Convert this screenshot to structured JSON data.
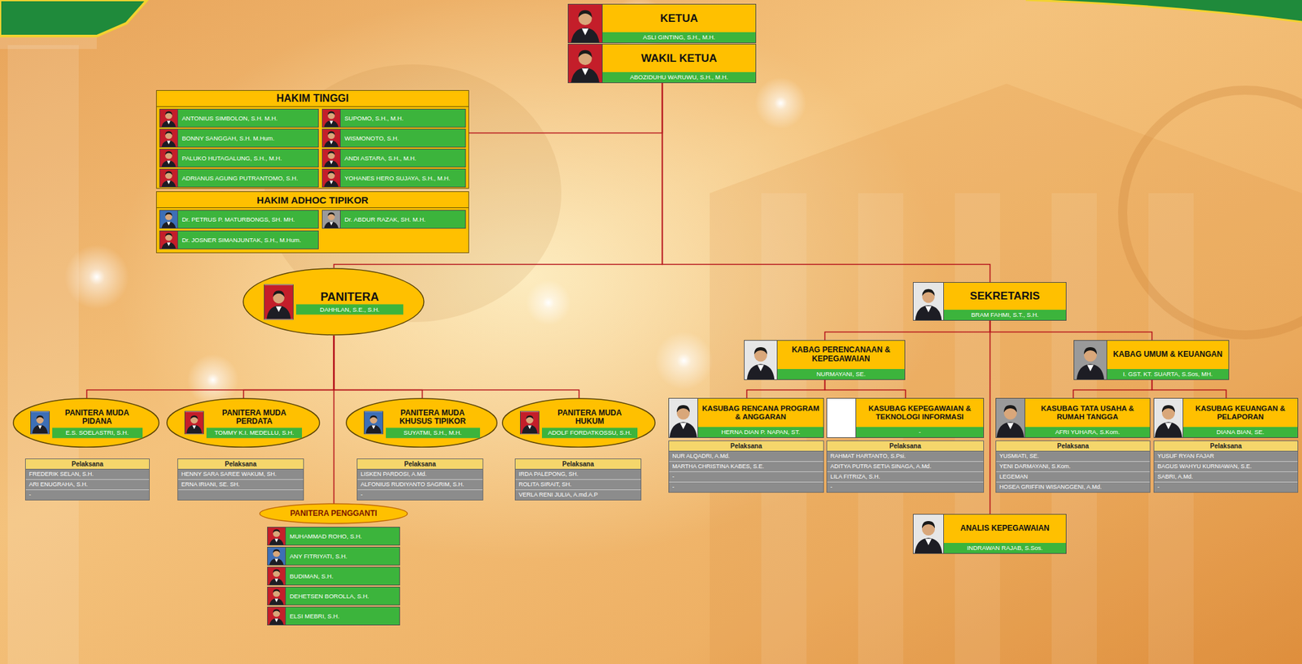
{
  "diagram": {
    "nodes": [
      {
        "text": [
          "KETUA",
          "ASLI GINTING, S.H., M.H."
        ]
      },
      {
        "text": [
          "WAKIL KETUA",
          "ABOZIDUHU WARUWU, S.H., M.H."
        ]
      },
      {
        "text": [
          "HAKIM TINGGI"
        ]
      },
      {
        "text": [
          "ANTONIUS SIMBOLON, S.H. M.H."
        ],
        "in": 2
      },
      {
        "text": [
          "SUPOMO, S.H., M.H."
        ],
        "in": 2
      },
      {
        "text": [
          "BONNY SANGGAH, S.H. M.Hum."
        ],
        "in": 2
      },
      {
        "text": [
          "WISMONOTO, S.H."
        ],
        "in": 2
      },
      {
        "text": [
          "PALUKO HUTAGALUNG, S.H., M.H."
        ],
        "in": 2
      },
      {
        "text": [
          "ANDI ASTARA, S.H., M.H."
        ],
        "in": 2
      },
      {
        "text": [
          "ADRIANUS AGUNG PUTRANTOMO, S.H."
        ],
        "in": 2
      },
      {
        "text": [
          "YOHANES HERO SUJAYA, S.H., M.H."
        ],
        "in": 2
      },
      {
        "text": [
          "HAKIM ADHOC TIPIKOR"
        ]
      },
      {
        "text": [
          "Dr. PETRUS P. MATURBONGS, SH. MH."
        ],
        "in": 11
      },
      {
        "text": [
          "Dr. ABDUR RAZAK, SH. M.H."
        ],
        "in": 11
      },
      {
        "text": [
          "Dr. JOSNER SIMANJUNTAK, S.H., M.Hum."
        ],
        "in": 11
      },
      {
        "text": [
          "PANITERA",
          "DAHHLAN, S.E., S.H."
        ]
      },
      {
        "text": [
          "SEKRETARIS",
          "BRAM FAHMI, S.T., S.H."
        ]
      },
      {
        "text": [
          "KABAG PERENCANAAN & KEPEGAWAIAN",
          "NURMAYANI, SE."
        ]
      },
      {
        "text": [
          "KABAG UMUM & KEUANGAN",
          "I. GST. KT. SUARTA, S.Sos, MH."
        ]
      },
      {
        "text": [
          "PANITERA MUDA PIDANA",
          "E.S. SOELASTRI, S.H."
        ]
      },
      {
        "text": [
          "PANITERA MUDA PERDATA",
          "TOMMY K.I. MEDELLU, S.H."
        ]
      },
      {
        "text": [
          "PANITERA MUDA KHUSUS TIPIKOR",
          "SUYATMI, S.H., M.H."
        ]
      },
      {
        "text": [
          "PANITERA MUDA HUKUM",
          "ADOLF FORDATKOSSU, S.H."
        ]
      },
      {
        "text": [
          "KASUBAG RENCANA PROGRAM & ANGGARAN",
          "HERNA DIAN P. NAPAN, ST."
        ]
      },
      {
        "text": [
          "KASUBAG KEPEGAWAIAN & TEKNOLOGI INFORMASI",
          "-"
        ]
      },
      {
        "text": [
          "KASUBAG TATA USAHA & RUMAH TANGGA",
          "AFRI YUHARA, S.Kom."
        ]
      },
      {
        "text": [
          "KASUBAG KEUANGAN & PELAPORAN",
          "DIANA BIAN, SE."
        ]
      },
      {
        "text": [
          "Pelaksana",
          "FREDERIK SELAN, S.H.",
          "ARI ENUGRAHA, S.H.",
          "-"
        ]
      },
      {
        "text": [
          "Pelaksana",
          "HENNY SARA SAREE WAKUM, SH.",
          "ERNA IRIANI, SE. SH."
        ]
      },
      {
        "text": [
          "Pelaksana",
          "LISKEN PARDOSI, A.Md.",
          "ALFONIUS RUDIYANTO SAGRIM, S.H.",
          "-"
        ]
      },
      {
        "text": [
          "Pelaksana",
          "IRDA PALEPONG, SH.",
          "ROLITA SIRAIT, SH.",
          "VERLA RENI JULIA, A.md.A.P"
        ]
      },
      {
        "text": [
          "Pelaksana",
          "NUR ALQADRI, A.Md.",
          "MARTHA CHRISTINA KABES, S.E.",
          "-",
          "-"
        ]
      },
      {
        "text": [
          "Pelaksana",
          "RAHMAT HARTANTO, S.Psi.",
          "ADITYA PUTRA SETIA SINAGA, A.Md.",
          "LILA FITRIZA, S.H.",
          "-"
        ]
      },
      {
        "text": [
          "Pelaksana",
          "YUSMIATI, SE.",
          "YENI DARMAYANI, S.Kom.",
          "LEGEMAN",
          "HOSEA GRIFFIN WISANGGENI, A.Md."
        ]
      },
      {
        "text": [
          "Pelaksana",
          "YUSUF RYAN FAJAR",
          "BAGUS WAHYU KURNIAWAN, S.E.",
          "SABRI, A.Md.",
          "-"
        ]
      },
      {
        "text": [
          "PANITERA PENGGANTI"
        ]
      },
      {
        "text": [
          "MUHAMMAD ROHO, S.H."
        ]
      },
      {
        "text": [
          "ANY FITRIYATI, S.H."
        ]
      },
      {
        "text": [
          "BUDIMAN, S.H."
        ]
      },
      {
        "text": [
          "DEHETSEN BOROLLA, S.H."
        ]
      },
      {
        "text": [
          "ELSI MEBRI, S.H."
        ]
      },
      {
        "text": [
          "ANALIS KEPEGAWAIAN",
          "INDRAWAN RAJAB, S.Sos."
        ]
      }
    ],
    "edges": [
      {
        "from": 1,
        "to": 2,
        "arrow": "none"
      },
      {
        "from": 1,
        "to": 15,
        "arrow": "none"
      },
      {
        "from": 1,
        "to": 16,
        "arrow": "none"
      },
      {
        "from": 15,
        "to": 19,
        "arrow": "none"
      },
      {
        "from": 15,
        "to": 20,
        "arrow": "none"
      },
      {
        "from": 15,
        "to": 21,
        "arrow": "none"
      },
      {
        "from": 15,
        "to": 22,
        "arrow": "none"
      },
      {
        "from": 15,
        "to": 35,
        "arrow": "none"
      },
      {
        "from": 16,
        "to": 17,
        "arrow": "none"
      },
      {
        "from": 16,
        "to": 18,
        "arrow": "none"
      },
      {
        "from": 16,
        "to": 41,
        "arrow": "none"
      },
      {
        "from": 17,
        "to": 23,
        "arrow": "none"
      },
      {
        "from": 17,
        "to": 24,
        "arrow": "none"
      },
      {
        "from": 18,
        "to": 25,
        "arrow": "none"
      },
      {
        "from": 18,
        "to": 26,
        "arrow": "none"
      }
    ]
  }
}
